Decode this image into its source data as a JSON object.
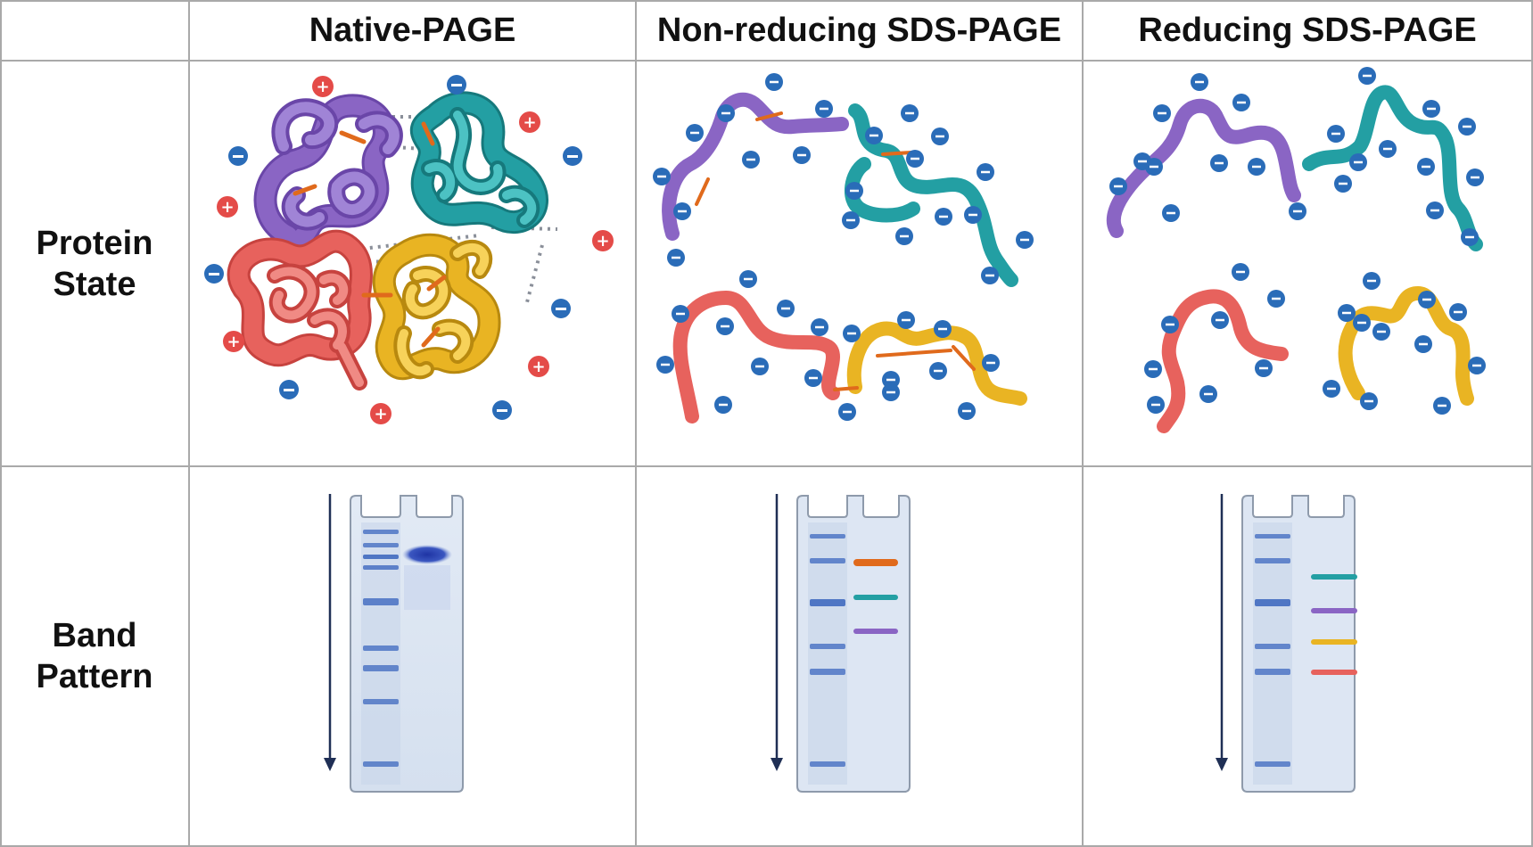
{
  "header": {
    "corner": "",
    "columns": [
      "Native-PAGE",
      "Non-reducing SDS-PAGE",
      "Reducing SDS-PAGE"
    ]
  },
  "rows": {
    "state": {
      "line1": "Protein",
      "line2": "State"
    },
    "band": {
      "line1": "Band",
      "line2": "Pattern"
    }
  },
  "colors": {
    "purple": "#8a65c4",
    "teal": "#239fa3",
    "red": "#e7625d",
    "yellow": "#e9b423",
    "disulfide": "#e06a1c",
    "negative_charge": "#2a6cb8",
    "positive_charge": "#e44b48",
    "gel": "#dce6f3",
    "ladder_band": "#4f76c4",
    "native_band": "#2b46ad",
    "arrow": "#1f2f55"
  },
  "icons": {
    "negative": "minus-charge-icon",
    "positive": "plus-charge-icon"
  }
}
